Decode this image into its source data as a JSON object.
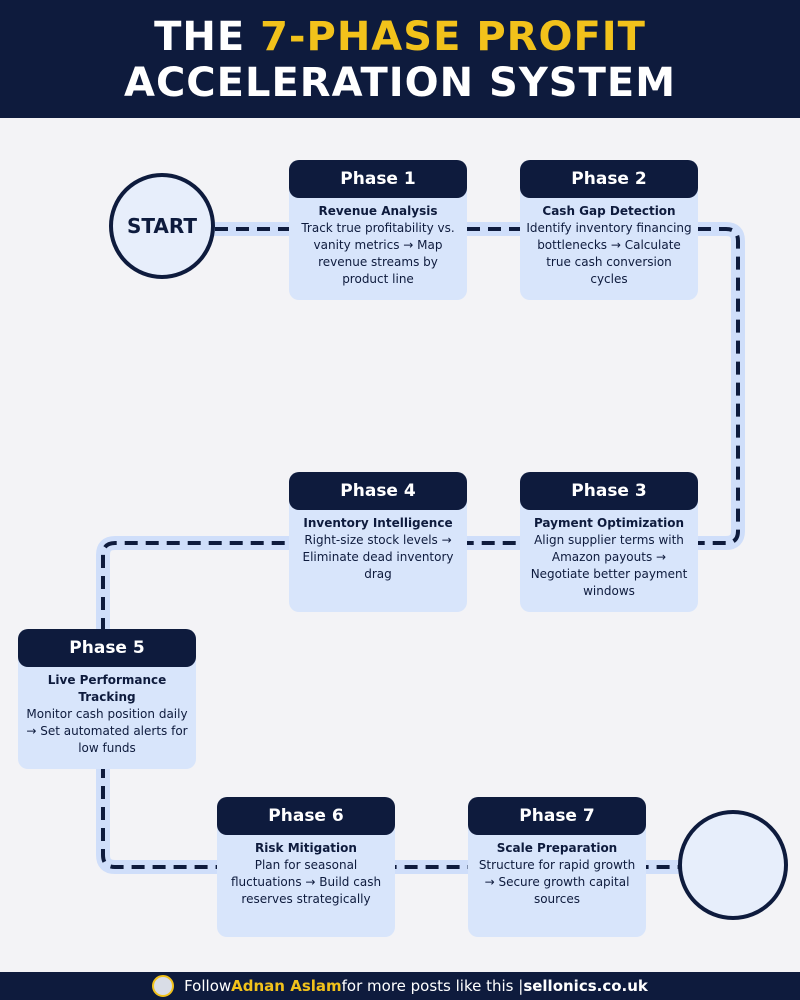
{
  "header": {
    "title_line1_prefix": "THE ",
    "title_line1_highlight": "7-PHASE PROFIT",
    "title_line2": "ACCELERATION SYSTEM"
  },
  "start_label": "START",
  "phases": [
    {
      "title": "Phase 1",
      "subtitle": "Revenue Analysis",
      "text": "Track true profitability vs. vanity metrics → Map revenue streams by product line"
    },
    {
      "title": "Phase 2",
      "subtitle": "Cash Gap Detection",
      "text": "Identify inventory financing bottlenecks → Calculate true cash conversion cycles"
    },
    {
      "title": "Phase 3",
      "subtitle": "Payment Optimization",
      "text": "Align supplier terms with Amazon payouts → Negotiate better payment windows"
    },
    {
      "title": "Phase 4",
      "subtitle": "Inventory Intelligence",
      "text": "Right-size stock levels → Eliminate dead inventory drag"
    },
    {
      "title": "Phase 5",
      "subtitle": "Live Performance Tracking",
      "text": "Monitor cash position daily → Set automated alerts for low funds"
    },
    {
      "title": "Phase 6",
      "subtitle": "Risk Mitigation",
      "text": "Plan for seasonal fluctuations → Build cash reserves strategically"
    },
    {
      "title": "Phase 7",
      "subtitle": "Scale Preparation",
      "text": "Structure for rapid growth → Secure growth capital sources"
    }
  ],
  "footer": {
    "prefix": "Follow ",
    "name": "Adnan Aslam",
    "middle": " for more posts like this | ",
    "site": "sellonics.co.uk"
  },
  "colors": {
    "navy": "#0e1b3d",
    "accent_yellow": "#f2c21b",
    "card_bg": "#d8e5fb",
    "path_light": "#cfdefa",
    "background": "#f3f3f6"
  }
}
